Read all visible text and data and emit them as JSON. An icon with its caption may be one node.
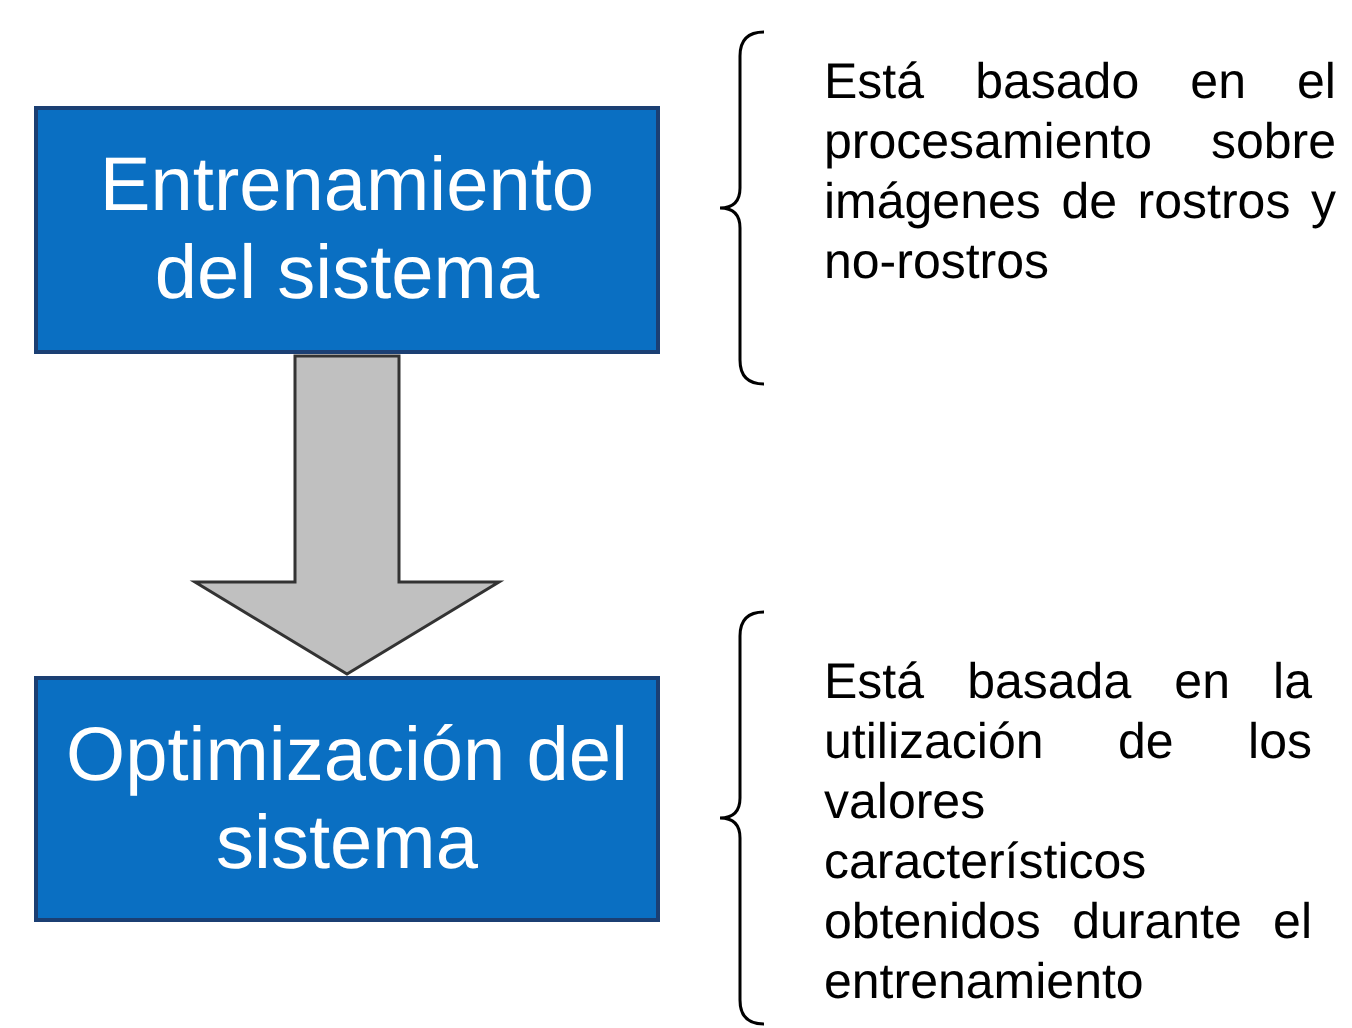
{
  "diagram": {
    "nodes": [
      {
        "text": [
          "Entrenamiento del sistema"
        ],
        "beside": [
          "Está basado en el procesamiento sobre imágenes de rostros y no-rostros"
        ]
      },
      {
        "text": [
          "Optimización del sistema"
        ],
        "beside": [
          "Está basada en la utilización de los valores característicos obtenidos durante el entrenamiento"
        ]
      }
    ],
    "edges": [
      {
        "from": 0,
        "to": 1,
        "arrow": "to"
      }
    ]
  }
}
